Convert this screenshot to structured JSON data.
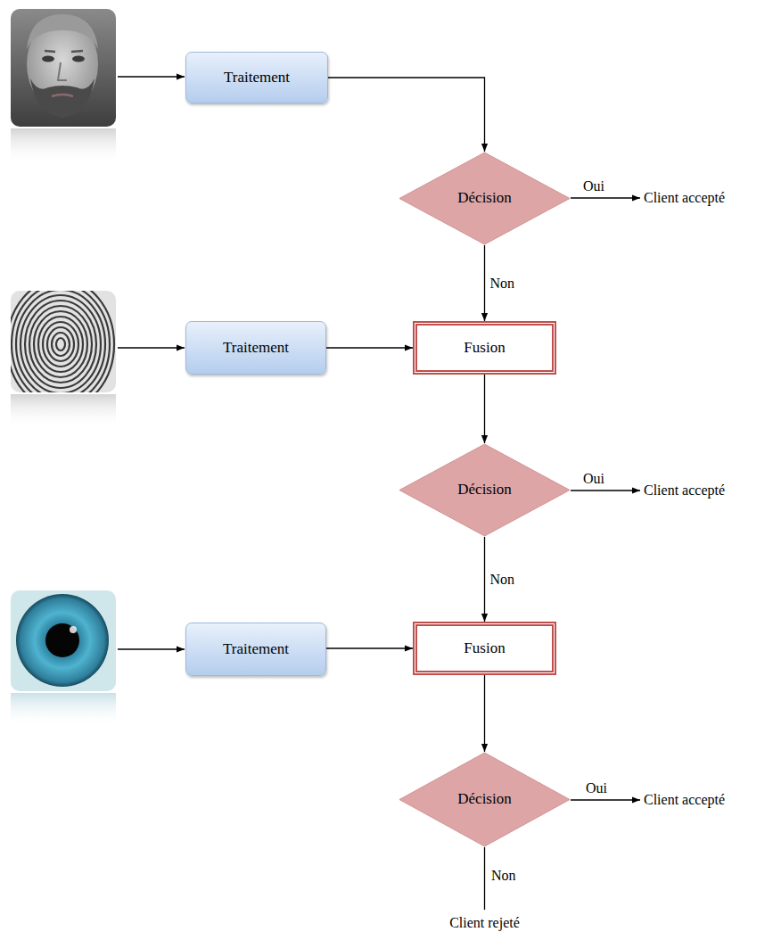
{
  "diagram": {
    "nodes": [
      {
        "text": [
          "Traitement"
        ]
      },
      {
        "text": [
          "Décision"
        ]
      },
      {
        "text": [
          "Traitement"
        ]
      },
      {
        "text": [
          "Fusion"
        ]
      },
      {
        "text": [
          "Décision"
        ]
      },
      {
        "text": [
          "Traitement"
        ]
      },
      {
        "text": [
          "Fusion"
        ]
      },
      {
        "text": [
          "Décision"
        ]
      }
    ],
    "edges": [
      {
        "from": 0,
        "to": 1,
        "arrow": "to"
      },
      {
        "from": 1,
        "to": 3,
        "label": "Non",
        "arrow": "to"
      },
      {
        "from": 2,
        "to": 3,
        "arrow": "to"
      },
      {
        "from": 3,
        "to": 4,
        "arrow": "to"
      },
      {
        "from": 4,
        "to": 6,
        "label": "Non",
        "arrow": "to"
      },
      {
        "from": 5,
        "to": 6,
        "arrow": "to"
      },
      {
        "from": 6,
        "to": 7,
        "arrow": "to"
      }
    ],
    "labels": [
      "Oui",
      "Client accepté",
      "Oui",
      "Client accepté",
      "Oui",
      "Client accepté",
      "Non",
      "Client rejeté"
    ]
  }
}
